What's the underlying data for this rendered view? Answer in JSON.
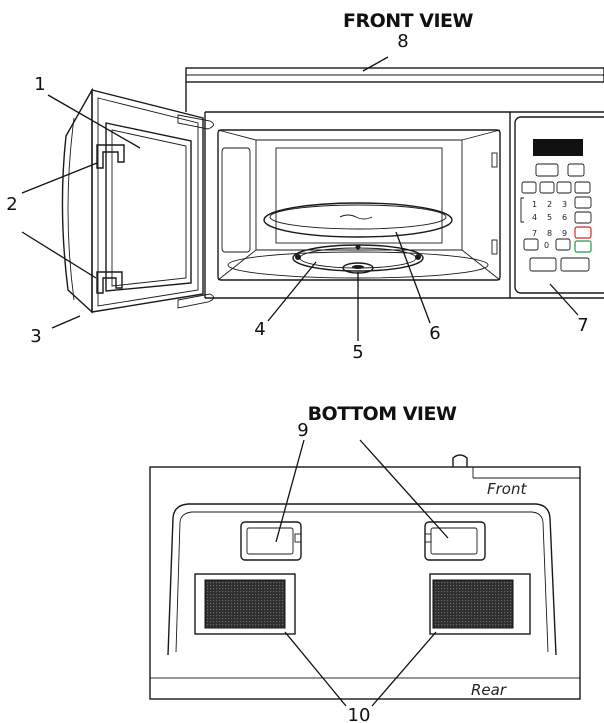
{
  "headings": {
    "front_view": "FRONT VIEW",
    "bottom_view": "BOTTOM VIEW"
  },
  "callouts": {
    "c1": "1",
    "c2": "2",
    "c3": "3",
    "c4": "4",
    "c5": "5",
    "c6": "6",
    "c7": "7",
    "c8": "8",
    "c9": "9",
    "c10": "10"
  },
  "bottom_labels": {
    "front": "Front",
    "rear": "Rear"
  },
  "keypad": {
    "row_a": [
      "1",
      "2",
      "3"
    ],
    "row_b": [
      "4",
      "5",
      "6"
    ],
    "row_c": [
      "7",
      "8",
      "9"
    ],
    "zero": "0"
  },
  "colors": {
    "line": "#1a1a1a",
    "panel_fill": "#ededed",
    "display_fill": "#111111",
    "grille_fill": "#333333",
    "start_button": "#d62828",
    "cancel_button": "#1f9a4a"
  }
}
